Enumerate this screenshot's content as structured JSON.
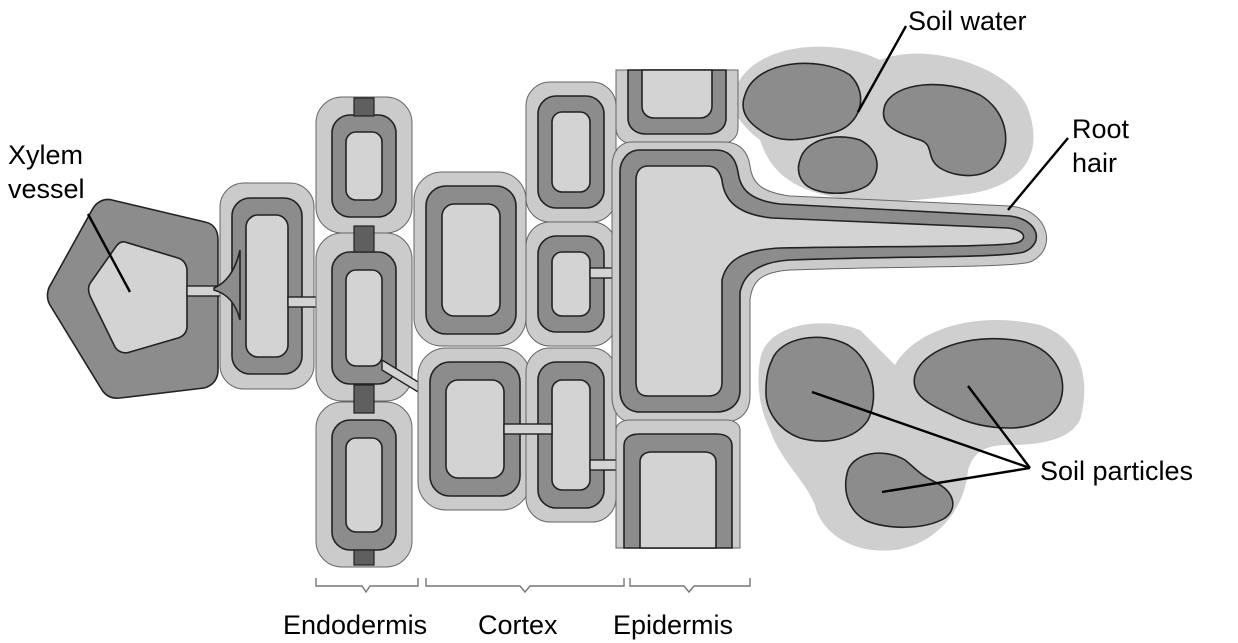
{
  "labels": {
    "xylem_line1": "Xylem",
    "xylem_line2": "vessel",
    "soil_water": "Soil water",
    "root_line1": "Root",
    "root_line2": "hair",
    "soil_particles": "Soil particles",
    "endodermis": "Endodermis",
    "cortex": "Cortex",
    "epidermis": "Epidermis"
  },
  "colors": {
    "cell_wall": "#8c8c8c",
    "cytoplasm": "#d3d3d3",
    "casparian_strip": "#5f5f5f",
    "soil_water": "#cfcfcf",
    "soil_particle": "#8c8c8c"
  }
}
